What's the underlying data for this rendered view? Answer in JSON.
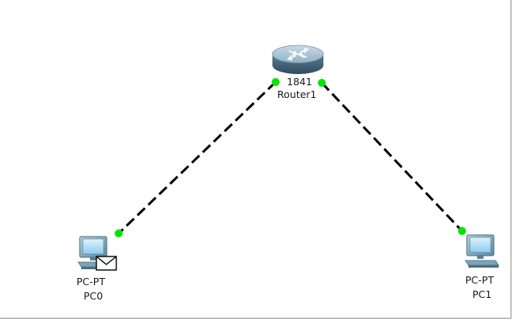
{
  "topology": {
    "router": {
      "model_label": "1841",
      "name_label": "Router1",
      "icon": "router-icon"
    },
    "pc0": {
      "type_label": "PC-PT",
      "name_label": "PC0",
      "icon": "pc-icon",
      "badge_icon": "envelope-icon"
    },
    "pc1": {
      "type_label": "PC-PT",
      "name_label": "PC1",
      "icon": "pc-icon"
    },
    "links": [
      {
        "from": "Router1",
        "to": "PC0",
        "cable": "crossover",
        "status": "up"
      },
      {
        "from": "Router1",
        "to": "PC1",
        "cable": "crossover",
        "status": "up"
      }
    ],
    "colors": {
      "link_up": "#00e600",
      "cable": "#000000"
    }
  }
}
